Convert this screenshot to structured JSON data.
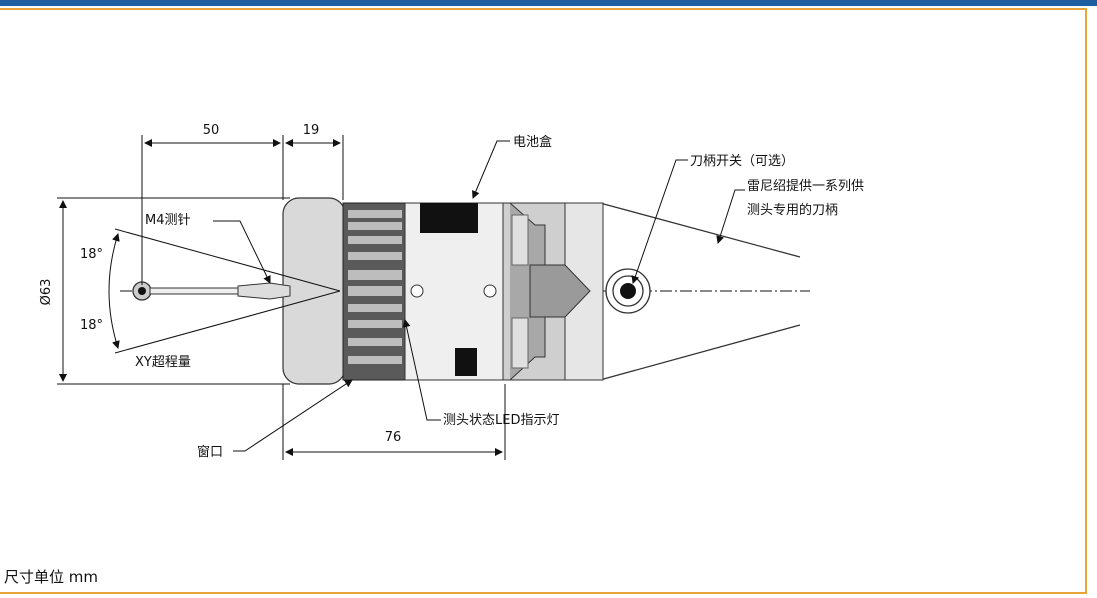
{
  "dims": {
    "d50": "50",
    "d19": "19",
    "d76": "76",
    "dia": "Ø63"
  },
  "angles": {
    "upper": "18°",
    "lower": "18°"
  },
  "labels": {
    "stylus": "M4测针",
    "overtravel": "XY超程量",
    "window": "窗口",
    "battery": "电池盒",
    "led": "测头状态LED指示灯",
    "switch": "刀柄开关（可选）",
    "shank_line1": "雷尼绍提供一系列供",
    "shank_line2": "测头专用的刀柄"
  },
  "footer": "尺寸单位 mm",
  "colors": {
    "topbar": "#1f5e9e",
    "frame": "#e8a53a"
  }
}
